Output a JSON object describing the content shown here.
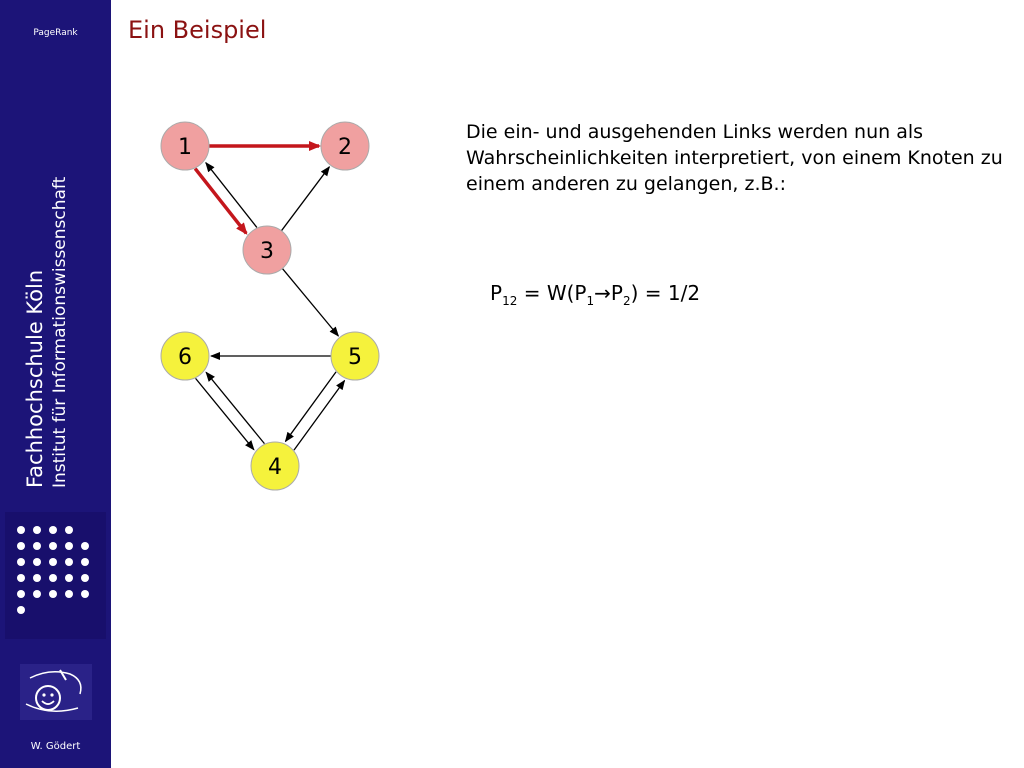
{
  "sidebar": {
    "topic": "PageRank",
    "school": "Fachhochschule Köln",
    "institute": "Institut für Informationswissenschaft",
    "author": "W. Gödert"
  },
  "slide": {
    "title": "Ein Beispiel",
    "explanation": "Die ein- und ausgehenden Links werden nun als Wahrscheinlichkeiten interpretiert, von einem Knoten zu einem anderen zu gelangen, z.B.:",
    "formula": {
      "symbol": "P",
      "symbol_sub": "12",
      "equals": "= W(P",
      "from_sub": "1",
      "arrow": "→",
      "to": "P",
      "to_sub": "2",
      "result": ") = 1/2"
    }
  },
  "colors": {
    "sidebar": "#1c1478",
    "title": "#8b1212",
    "node_pink": "#f0a0a0",
    "node_yellow": "#f5f23c",
    "highlight_edge": "#c4161c"
  },
  "graph": {
    "nodes": [
      {
        "id": "1",
        "label": "1",
        "color": "pink"
      },
      {
        "id": "2",
        "label": "2",
        "color": "pink"
      },
      {
        "id": "3",
        "label": "3",
        "color": "pink"
      },
      {
        "id": "4",
        "label": "4",
        "color": "yellow"
      },
      {
        "id": "5",
        "label": "5",
        "color": "yellow"
      },
      {
        "id": "6",
        "label": "6",
        "color": "yellow"
      }
    ],
    "edges": [
      {
        "from": "1",
        "to": "2",
        "highlight": true
      },
      {
        "from": "1",
        "to": "3",
        "highlight": true
      },
      {
        "from": "3",
        "to": "1",
        "highlight": false
      },
      {
        "from": "3",
        "to": "2",
        "highlight": false
      },
      {
        "from": "3",
        "to": "5",
        "highlight": false
      },
      {
        "from": "5",
        "to": "6",
        "highlight": false
      },
      {
        "from": "5",
        "to": "4",
        "highlight": false
      },
      {
        "from": "4",
        "to": "5",
        "highlight": false
      },
      {
        "from": "6",
        "to": "4",
        "highlight": false
      },
      {
        "from": "4",
        "to": "6",
        "highlight": false
      }
    ]
  }
}
